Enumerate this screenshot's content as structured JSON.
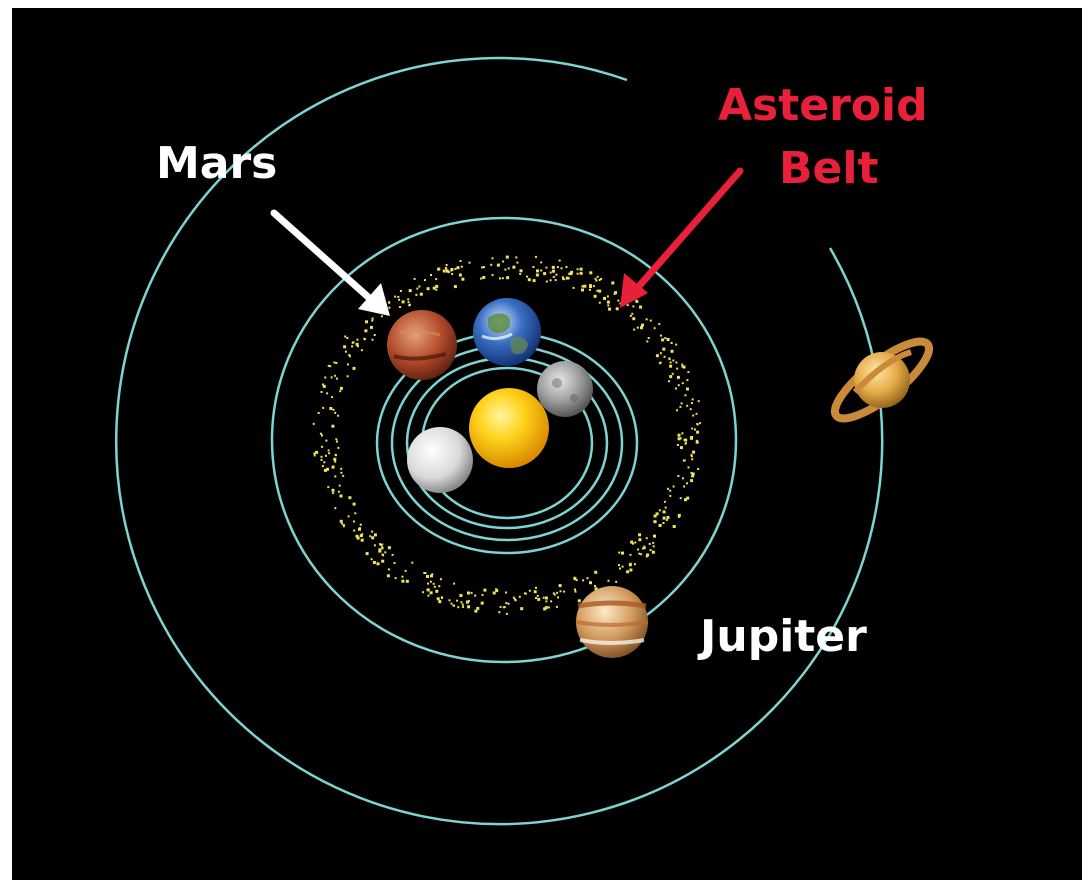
{
  "colors": {
    "background": "#000000",
    "orbit": "#7fd3d3",
    "asteroid": "#f2e35a",
    "label_white": "#ffffff",
    "label_red": "#e8203a"
  },
  "labels": {
    "mars": "Mars",
    "asteroid_line1": "Asteroid",
    "asteroid_line2": "Belt",
    "jupiter": "Jupiter"
  },
  "bodies": [
    {
      "name": "sun",
      "icon": "sun-icon"
    },
    {
      "name": "mercury",
      "icon": "planet-mercury-icon"
    },
    {
      "name": "venus",
      "icon": "planet-venus-icon"
    },
    {
      "name": "earth",
      "icon": "planet-earth-icon"
    },
    {
      "name": "mars",
      "icon": "planet-mars-icon"
    },
    {
      "name": "jupiter",
      "icon": "planet-jupiter-icon"
    },
    {
      "name": "saturn",
      "icon": "planet-saturn-icon"
    }
  ]
}
